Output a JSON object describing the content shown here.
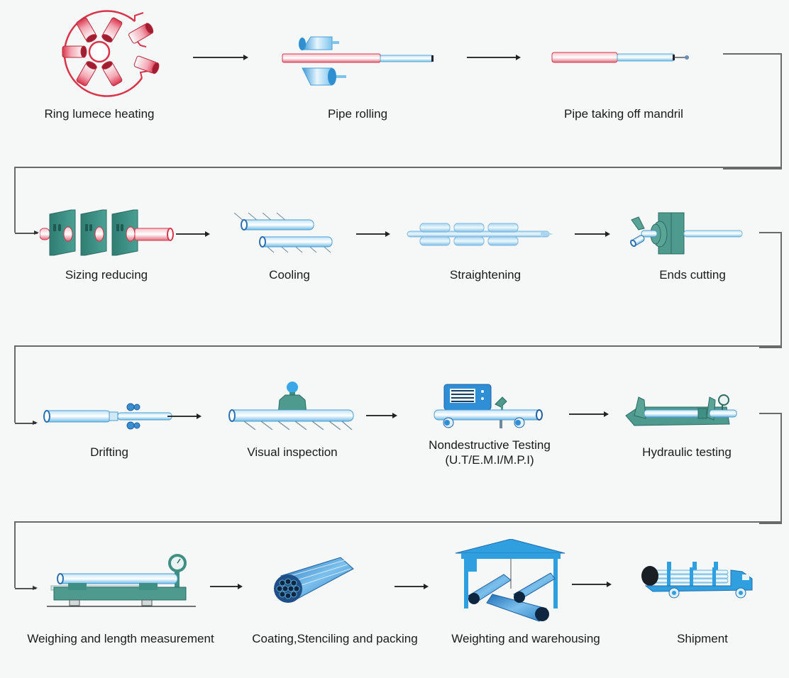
{
  "title": "Seamless steel pipe production process flow",
  "colors": {
    "heat_red": "#d9344a",
    "pipe_blue": "#5ab4e6",
    "machine_green": "#3f8f84",
    "connector_gray": "#6a6a6a"
  },
  "rows": [
    {
      "steps": [
        {
          "label": "Ring lumece heating",
          "icon": "ring-furnace-icon"
        },
        {
          "label": "Pipe  rolling",
          "icon": "pipe-rolling-icon"
        },
        {
          "label": "Pipe taking off mandril",
          "icon": "mandrel-extraction-icon"
        }
      ]
    },
    {
      "steps": [
        {
          "label": "Sizing reducing",
          "icon": "sizing-mill-icon"
        },
        {
          "label": "Cooling",
          "icon": "cooling-bed-icon"
        },
        {
          "label": "Straightening",
          "icon": "straightener-icon"
        },
        {
          "label": "Ends cutting",
          "icon": "end-cutter-icon"
        }
      ]
    },
    {
      "steps": [
        {
          "label": "Drifting",
          "icon": "drift-test-icon"
        },
        {
          "label": "Visual inspection",
          "icon": "inspector-icon"
        },
        {
          "label": "Nondestructive Testing",
          "label2": "(U.T/E.M.I/M.P.I)",
          "icon": "ndt-machine-icon"
        },
        {
          "label": "Hydraulic testing",
          "icon": "hydraulic-tester-icon"
        }
      ]
    },
    {
      "steps": [
        {
          "label": "Weighing and length measurement",
          "icon": "weighing-scale-icon"
        },
        {
          "label": "Coating,Stenciling and packing",
          "icon": "pipe-bundle-icon"
        },
        {
          "label": "Weighting and warehousing",
          "icon": "warehouse-icon"
        },
        {
          "label": "Shipment",
          "icon": "truck-icon"
        }
      ]
    }
  ]
}
